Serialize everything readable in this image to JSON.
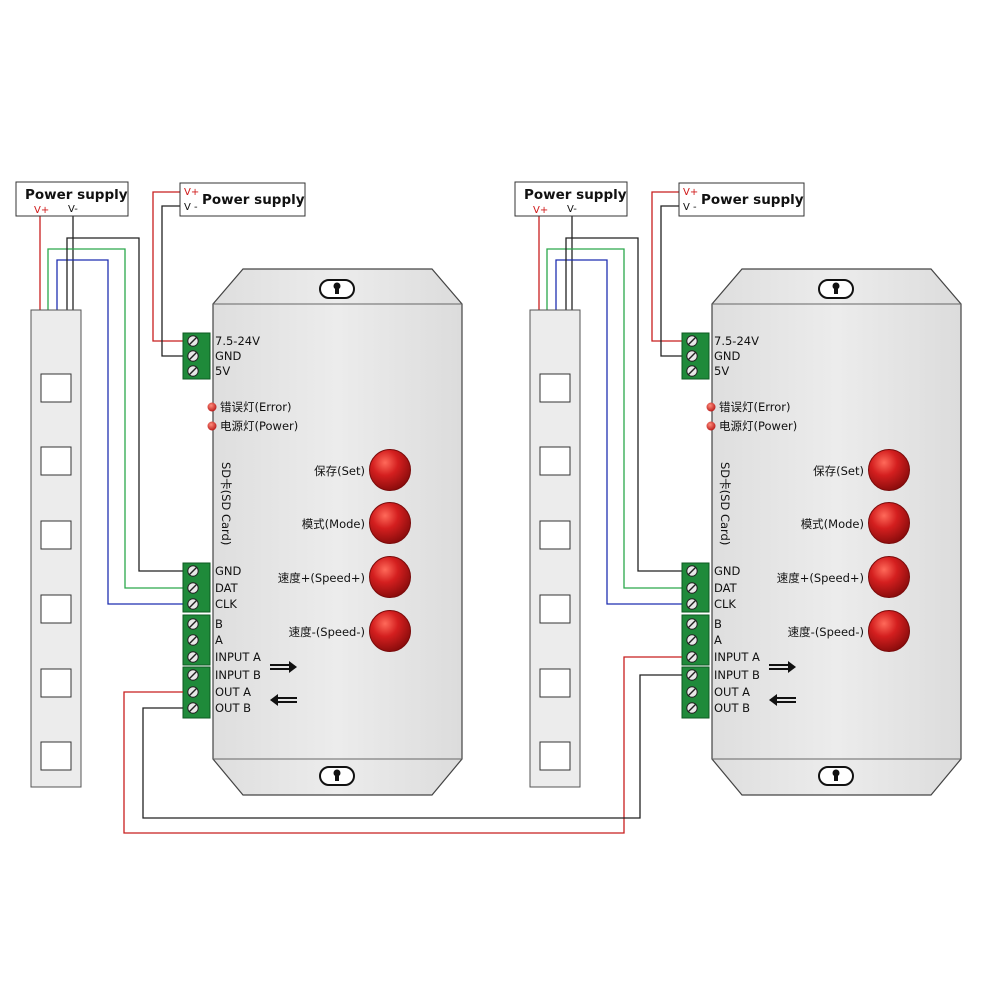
{
  "units": [
    {
      "strip_power_supply": {
        "title": "Power supply",
        "plus": "V+",
        "minus": "V-"
      },
      "controller_power_supply": {
        "title": "Power supply",
        "plus": "V+",
        "minus": "V -"
      },
      "power_terminals": [
        "7.5-24V",
        "GND",
        "5V"
      ],
      "indicators": [
        "错误灯(Error)",
        "电源灯(Power)"
      ],
      "sd_card": "SD卡(SD Card)",
      "buttons": [
        "保存(Set)",
        "模式(Mode)",
        "速度+(Speed+)",
        "速度-(Speed-)"
      ],
      "data_terminals": [
        "GND",
        "DAT",
        "CLK"
      ],
      "ab_terminals": [
        "B",
        "A",
        "INPUT A",
        "INPUT B",
        "OUT A",
        "OUT B"
      ]
    },
    {
      "strip_power_supply": {
        "title": "Power supply",
        "plus": "V+",
        "minus": "V-"
      },
      "controller_power_supply": {
        "title": "Power supply",
        "plus": "V+",
        "minus": "V -"
      },
      "power_terminals": [
        "7.5-24V",
        "GND",
        "5V"
      ],
      "indicators": [
        "错误灯(Error)",
        "电源灯(Power)"
      ],
      "sd_card": "SD卡(SD Card)",
      "buttons": [
        "保存(Set)",
        "模式(Mode)",
        "速度+(Speed+)",
        "速度-(Speed-)"
      ],
      "data_terminals": [
        "GND",
        "DAT",
        "CLK"
      ],
      "ab_terminals": [
        "B",
        "A",
        "INPUT A",
        "INPUT B",
        "OUT A",
        "OUT B"
      ]
    }
  ],
  "colors": {
    "wire_red": "#c81e1e",
    "wire_black": "#222222",
    "wire_green": "#2aa84a",
    "wire_blue": "#1f2fb0",
    "terminal_green": "#1f8a3a",
    "button_red": "#c41a1a",
    "controller_body": "#e6e6e6",
    "strip_body": "#ececec"
  }
}
